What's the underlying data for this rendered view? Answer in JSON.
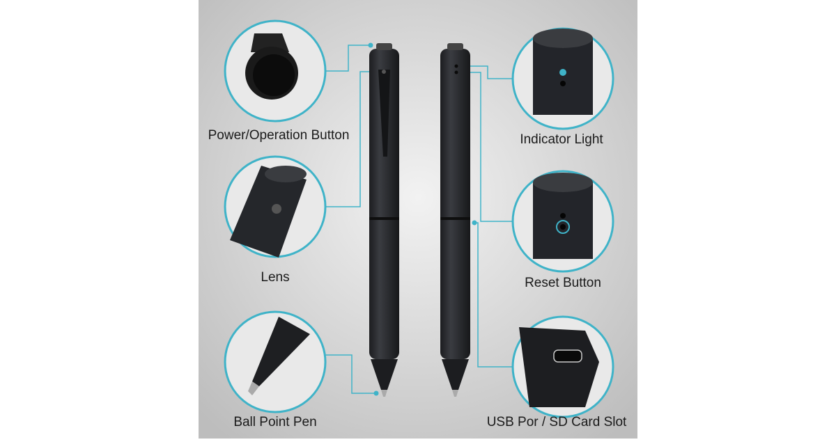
{
  "labels": {
    "power": "Power/Operation Button",
    "lens": "Lens",
    "ballpoint": "Ball Point Pen",
    "indicator": "Indicator Light",
    "reset": "Reset Button",
    "usb": "USB Por / SD Card Slot"
  },
  "colors": {
    "accent": "#3fb3c8",
    "pen": "#26282c",
    "background": "#d6d6d6"
  }
}
